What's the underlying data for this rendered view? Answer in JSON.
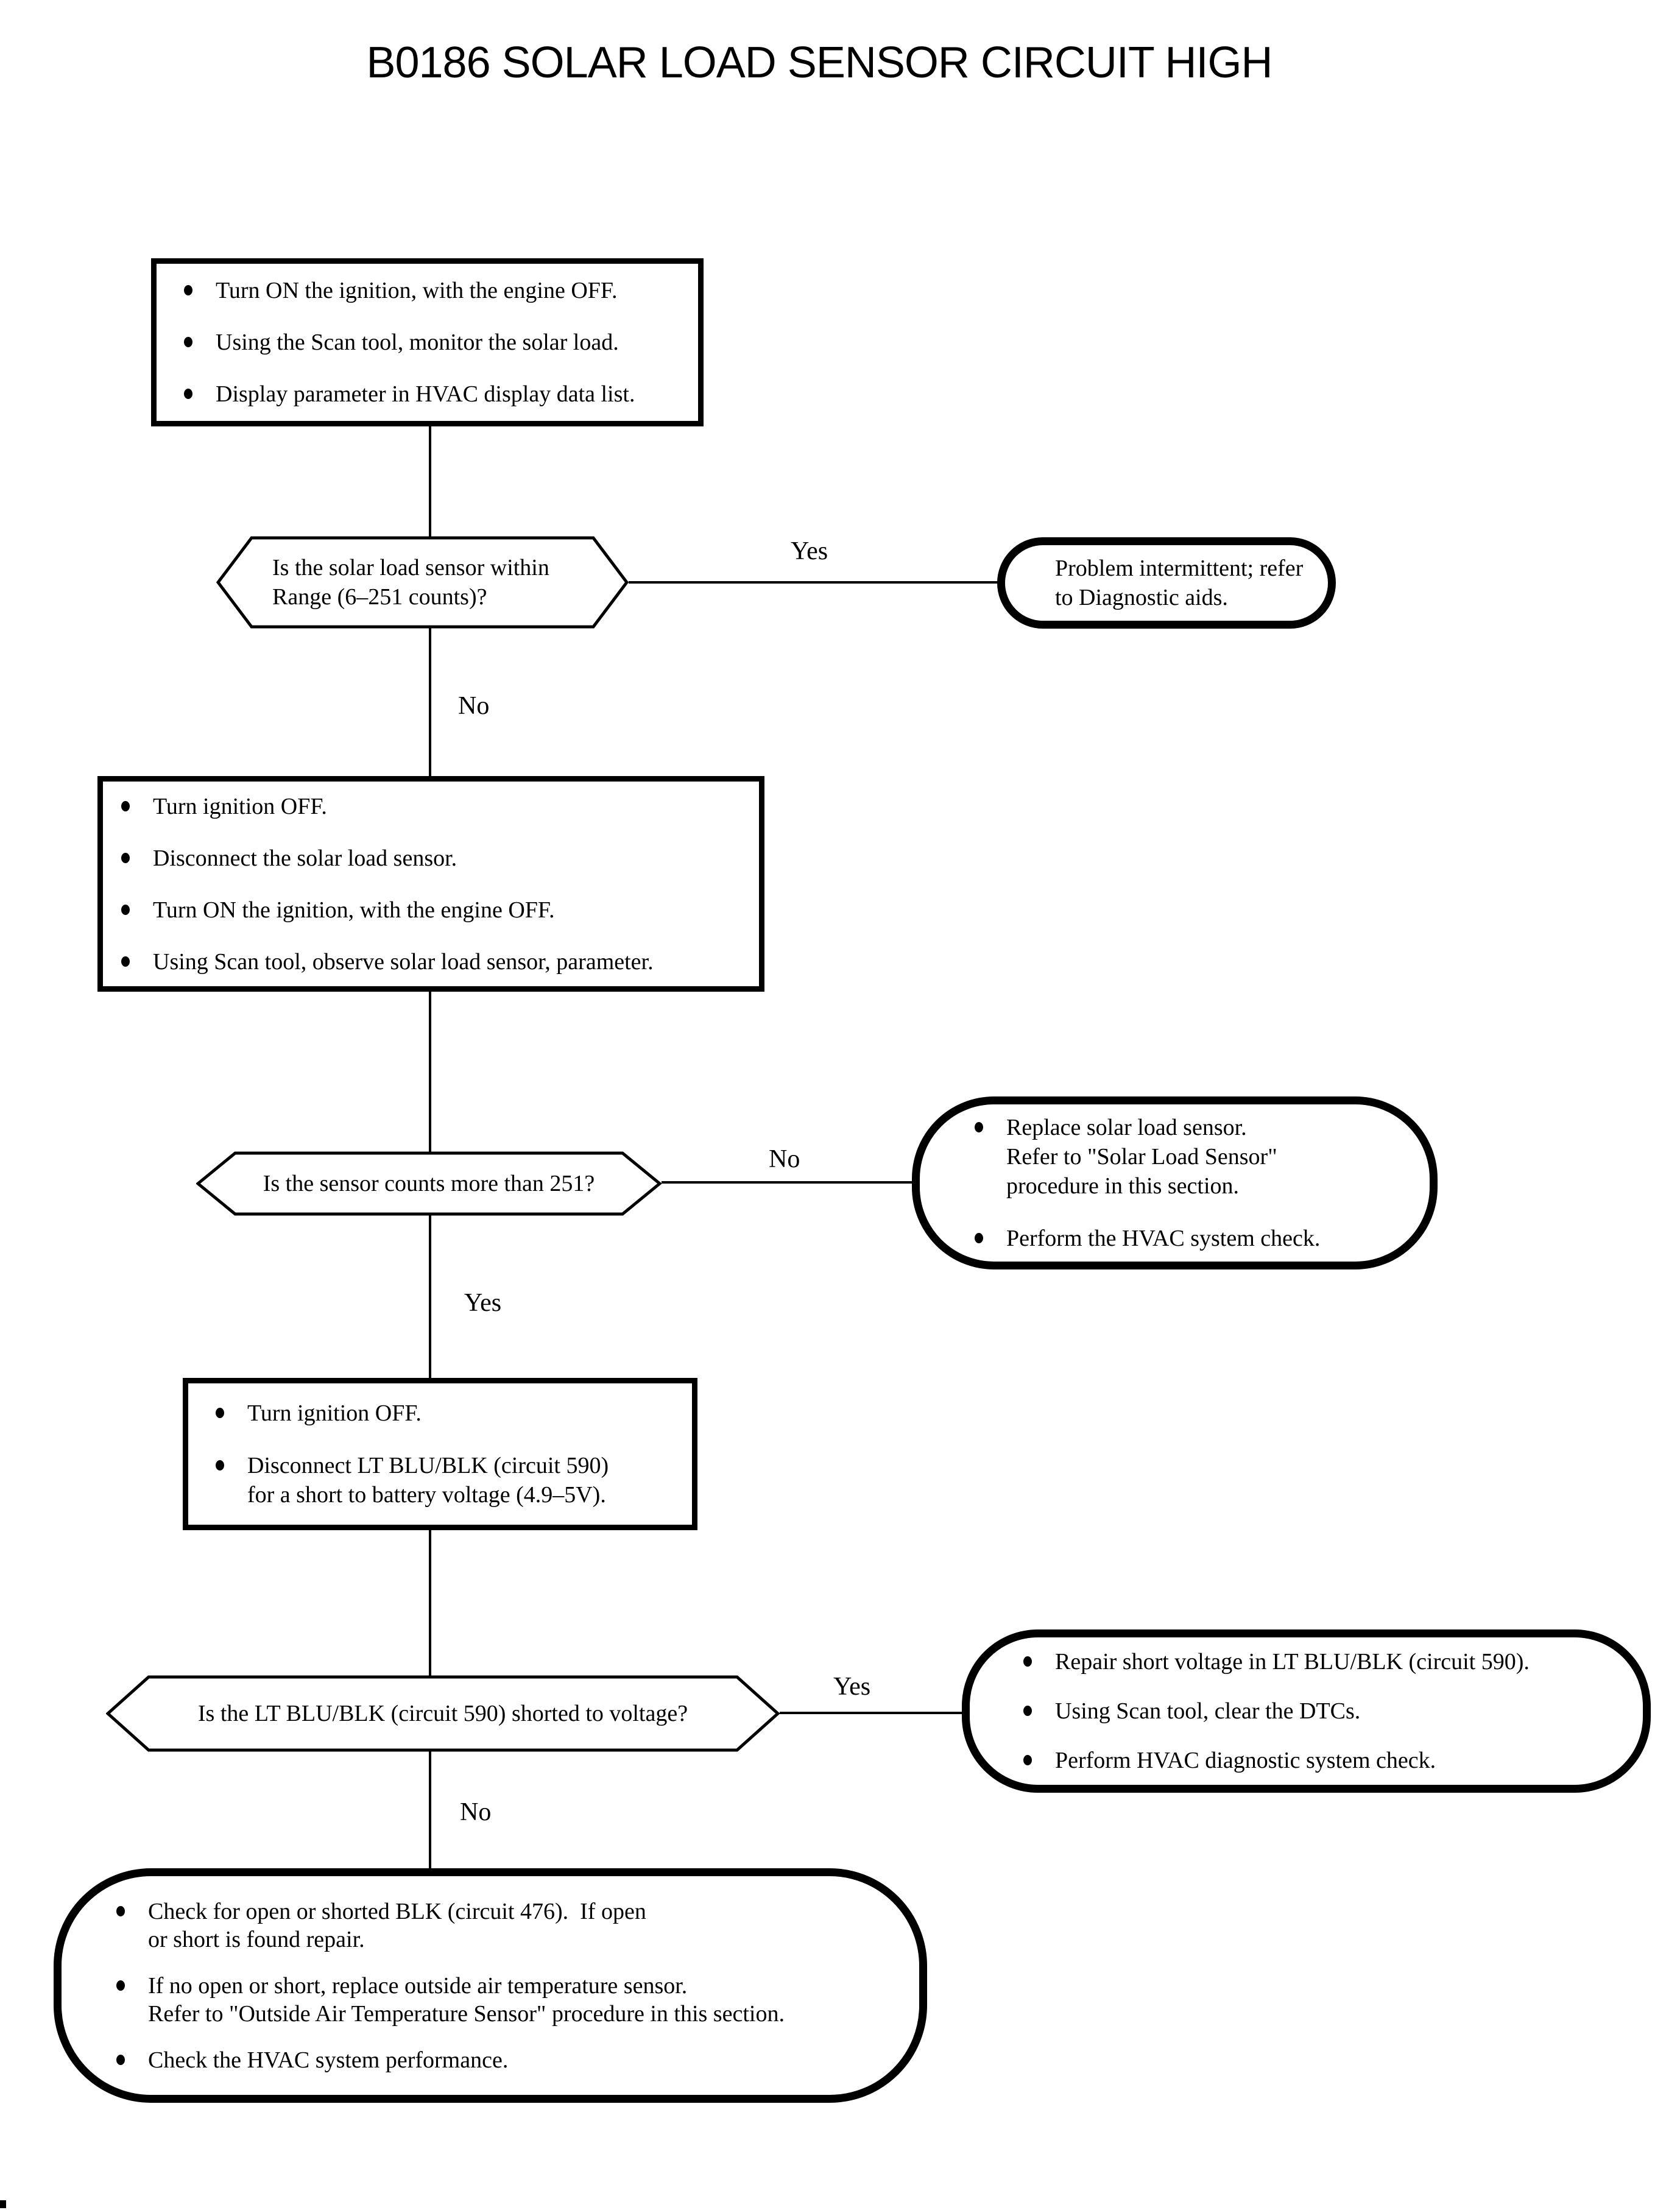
{
  "title": "B0186 SOLAR LOAD SENSOR CIRCUIT HIGH",
  "colors": {
    "ink": "#000000",
    "paper": "#ffffff"
  },
  "process": {
    "step1": {
      "bullets": [
        "Turn ON the ignition, with the engine OFF.",
        "Using the Scan tool, monitor the solar load.",
        "Display parameter in HVAC display data list."
      ]
    },
    "step2": {
      "bullets": [
        "Turn ignition OFF.",
        "Disconnect the solar load sensor.",
        "Turn ON the ignition, with the engine OFF.",
        "Using Scan tool, observe solar load sensor, parameter."
      ]
    },
    "step3": {
      "bullets": [
        "Turn ignition OFF.",
        "Disconnect LT BLU/BLK (circuit 590)\nfor a short to battery voltage (4.9–5V)."
      ]
    }
  },
  "decisions": {
    "d1": {
      "question": "Is the solar load sensor within\nRange (6–251 counts)?"
    },
    "d2": {
      "question": "Is the sensor counts more than 251?"
    },
    "d3": {
      "question": "Is the LT BLU/BLK (circuit 590) shorted to voltage?"
    }
  },
  "terminals": {
    "t1": {
      "text": "Problem intermittent; refer\nto Diagnostic aids."
    },
    "t2": {
      "bullets": [
        "Replace solar load sensor.\nRefer to \"Solar Load Sensor\"\nprocedure in this section.",
        "Perform the HVAC system check."
      ]
    },
    "t3": {
      "bullets": [
        "Repair short voltage in LT BLU/BLK (circuit 590).",
        "Using Scan tool, clear the DTCs.",
        "Perform HVAC diagnostic system check."
      ]
    },
    "t4": {
      "bullets": [
        "Check for open or shorted BLK (circuit 476).  If open\nor short is found repair.",
        "If no open or short, replace outside air temperature sensor.\nRefer to \"Outside Air Temperature Sensor\" procedure in this section.",
        "Check the HVAC system performance."
      ]
    }
  },
  "edge_labels": {
    "yes1": "Yes",
    "no1": "No",
    "no2": "No",
    "yes2": "Yes",
    "yes3": "Yes",
    "no3": "No"
  }
}
